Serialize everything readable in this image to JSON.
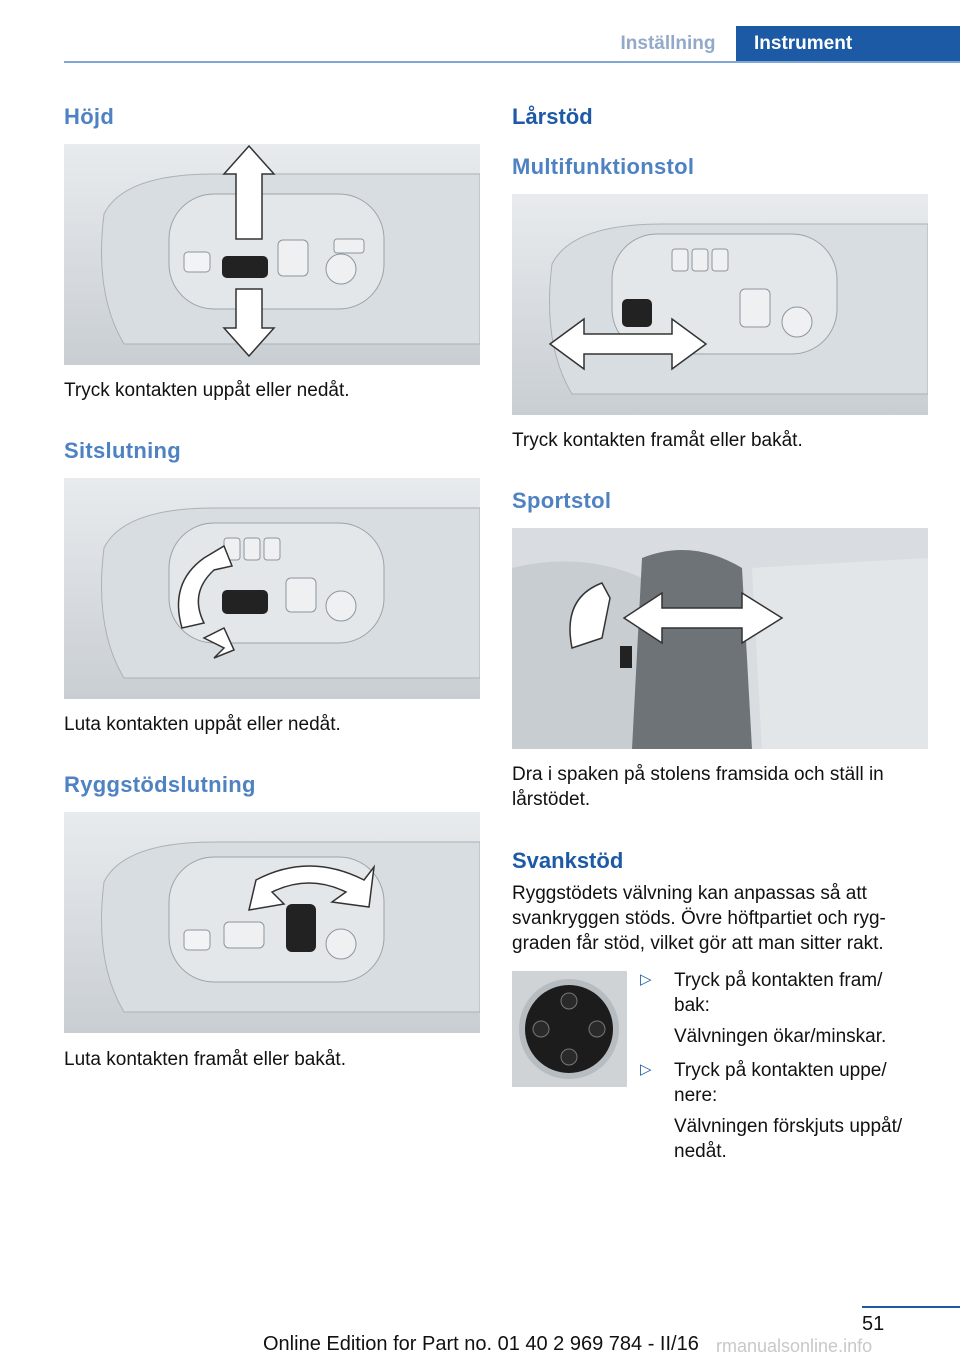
{
  "header": {
    "tab_inactive": "Inställning",
    "tab_active": "Instrument"
  },
  "left": {
    "hojd": {
      "title": "Höjd",
      "caption": "Tryck kontakten uppåt eller nedåt."
    },
    "sitslutning": {
      "title": "Sitslutning",
      "caption": "Luta kontakten uppåt eller nedåt."
    },
    "ryggstod": {
      "title": "Ryggstödslutning",
      "caption": "Luta kontakten framåt eller bakåt."
    }
  },
  "right": {
    "larstod": {
      "title": "Lårstöd"
    },
    "multi": {
      "title": "Multifunktionstol",
      "caption": "Tryck kontakten framåt eller bakåt."
    },
    "sport": {
      "title": "Sportstol",
      "caption_line1": "Dra i spaken på stolens framsida och ställ in",
      "caption_line2": "lårstödet."
    },
    "svank": {
      "title": "Svankstöd",
      "lines": [
        "Ryggstödets välvning kan anpassas så att",
        "svankryggen stöds. Övre höftpartiet och ryg‐",
        "graden får stöd, vilket gör att man sitter rakt."
      ],
      "bullets": [
        {
          "line1": "Tryck på kontakten fram/",
          "line2": "bak:",
          "result": "Välvningen ökar/minskar."
        },
        {
          "line1": "Tryck på kontakten uppe/",
          "line2": "nere:",
          "result_line1": "Välvningen förskjuts uppåt/",
          "result_line2": "nedåt."
        }
      ],
      "bullet_symbol": "▷"
    }
  },
  "footer": {
    "page_number": "51",
    "edition": "Online Edition for Part no. 01 40 2 969 784 - II/16",
    "watermark": "rmanualsonline.info"
  },
  "colors": {
    "accent": "#1c5aa6",
    "heading_light": "#4f82c2",
    "tab_inactive": "#93a9c9"
  }
}
